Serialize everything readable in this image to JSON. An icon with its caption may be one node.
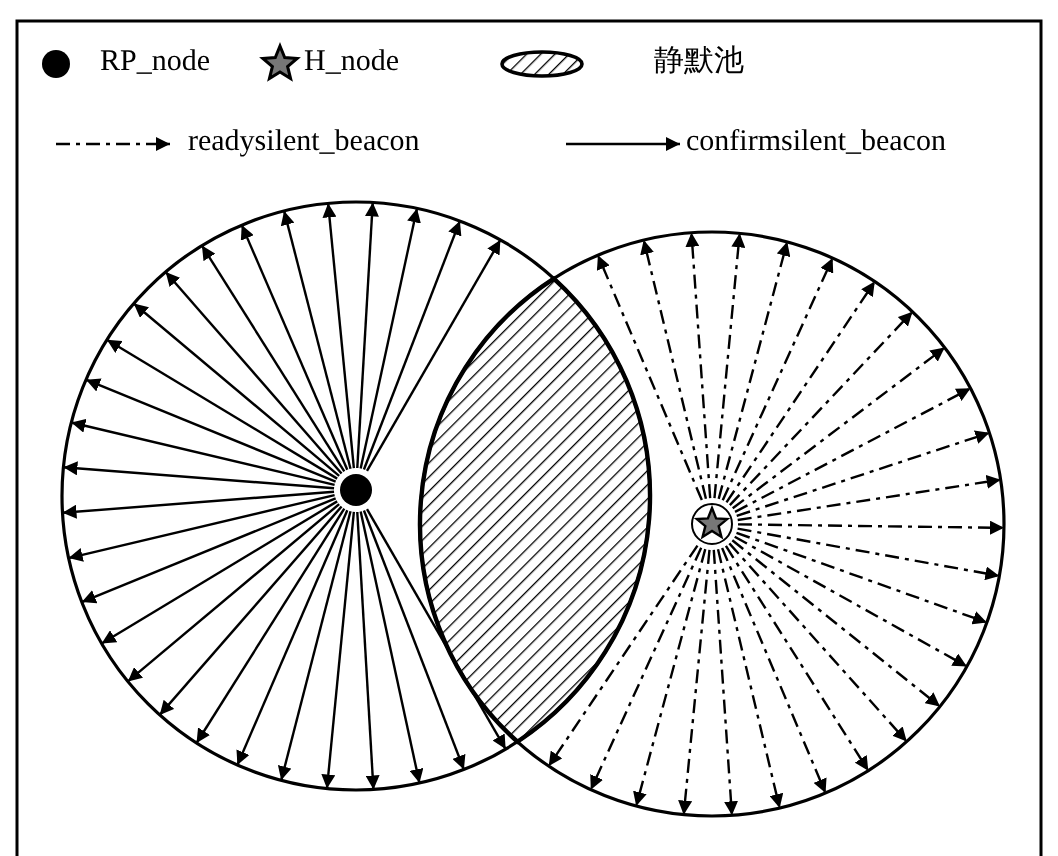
{
  "diagram": {
    "nodes": [
      {
        "text": [],
        "shape": "circle"
      },
      {
        "text": [],
        "shape": "circle"
      },
      {
        "text": [],
        "shape": "circle",
        "in": 0
      },
      {
        "text": [],
        "shape": "star",
        "in": 1
      },
      {
        "text": [],
        "shape": "lens"
      }
    ],
    "edges": [
      {
        "from": 2,
        "to": 0,
        "arrow": "to"
      },
      {
        "from": 2,
        "to": 0,
        "arrow": "to"
      },
      {
        "from": 2,
        "to": 0,
        "arrow": "to"
      },
      {
        "from": 2,
        "to": 0,
        "arrow": "to"
      },
      {
        "from": 2,
        "to": 0,
        "arrow": "to"
      },
      {
        "from": 2,
        "to": 0,
        "arrow": "to"
      },
      {
        "from": 2,
        "to": 0,
        "arrow": "to"
      },
      {
        "from": 2,
        "to": 0,
        "arrow": "to"
      },
      {
        "from": 2,
        "to": 0,
        "arrow": "to"
      },
      {
        "from": 2,
        "to": 0,
        "arrow": "to"
      },
      {
        "from": 2,
        "to": 0,
        "arrow": "to"
      },
      {
        "from": 2,
        "to": 0,
        "arrow": "to"
      },
      {
        "from": 2,
        "to": 0,
        "arrow": "to"
      },
      {
        "from": 2,
        "to": 0,
        "arrow": "to"
      },
      {
        "from": 2,
        "to": 0,
        "arrow": "to"
      },
      {
        "from": 2,
        "to": 0,
        "arrow": "to"
      },
      {
        "from": 2,
        "to": 0,
        "arrow": "to"
      },
      {
        "from": 2,
        "to": 0,
        "arrow": "to"
      },
      {
        "from": 2,
        "to": 0,
        "arrow": "to"
      },
      {
        "from": 2,
        "to": 0,
        "arrow": "to"
      },
      {
        "from": 2,
        "to": 0,
        "arrow": "to"
      },
      {
        "from": 2,
        "to": 0,
        "arrow": "to"
      },
      {
        "from": 2,
        "to": 0,
        "arrow": "to"
      },
      {
        "from": 2,
        "to": 0,
        "arrow": "to"
      },
      {
        "from": 2,
        "to": 0,
        "arrow": "to"
      },
      {
        "from": 2,
        "to": 0,
        "arrow": "to"
      },
      {
        "from": 2,
        "to": 0,
        "arrow": "to"
      },
      {
        "from": 2,
        "to": 0,
        "arrow": "to"
      },
      {
        "from": 3,
        "to": 1,
        "arrow": "to",
        "style": "dashed"
      },
      {
        "from": 3,
        "to": 1,
        "arrow": "to",
        "style": "dashed"
      },
      {
        "from": 3,
        "to": 1,
        "arrow": "to",
        "style": "dashed"
      },
      {
        "from": 3,
        "to": 1,
        "arrow": "to",
        "style": "dashed"
      },
      {
        "from": 3,
        "to": 1,
        "arrow": "to",
        "style": "dashed"
      },
      {
        "from": 3,
        "to": 1,
        "arrow": "to",
        "style": "dashed"
      },
      {
        "from": 3,
        "to": 1,
        "arrow": "to",
        "style": "dashed"
      },
      {
        "from": 3,
        "to": 1,
        "arrow": "to",
        "style": "dashed"
      },
      {
        "from": 3,
        "to": 1,
        "arrow": "to",
        "style": "dashed"
      },
      {
        "from": 3,
        "to": 1,
        "arrow": "to",
        "style": "dashed"
      },
      {
        "from": 3,
        "to": 1,
        "arrow": "to",
        "style": "dashed"
      },
      {
        "from": 3,
        "to": 1,
        "arrow": "to",
        "style": "dashed"
      },
      {
        "from": 3,
        "to": 1,
        "arrow": "to",
        "style": "dashed"
      },
      {
        "from": 3,
        "to": 1,
        "arrow": "to",
        "style": "dashed"
      },
      {
        "from": 3,
        "to": 1,
        "arrow": "to",
        "style": "dashed"
      },
      {
        "from": 3,
        "to": 1,
        "arrow": "to",
        "style": "dashed"
      },
      {
        "from": 3,
        "to": 1,
        "arrow": "to",
        "style": "dashed"
      },
      {
        "from": 3,
        "to": 1,
        "arrow": "to",
        "style": "dashed"
      },
      {
        "from": 3,
        "to": 1,
        "arrow": "to",
        "style": "dashed"
      },
      {
        "from": 3,
        "to": 1,
        "arrow": "to",
        "style": "dashed"
      },
      {
        "from": 3,
        "to": 1,
        "arrow": "to",
        "style": "dashed"
      },
      {
        "from": 3,
        "to": 1,
        "arrow": "to",
        "style": "dashed"
      },
      {
        "from": 3,
        "to": 1,
        "arrow": "to",
        "style": "dashed"
      },
      {
        "from": 3,
        "to": 1,
        "arrow": "to",
        "style": "dashed"
      },
      {
        "from": 3,
        "to": 1,
        "arrow": "to",
        "style": "dashed"
      },
      {
        "from": 3,
        "to": 1,
        "arrow": "to",
        "style": "dashed"
      }
    ],
    "legend": [
      {
        "text": "RP_node"
      },
      {
        "text": "H_node"
      },
      {
        "text": "静默池"
      },
      {
        "text": "readysilent_beacon"
      },
      {
        "text": "confirmsilent_beacon"
      }
    ]
  }
}
